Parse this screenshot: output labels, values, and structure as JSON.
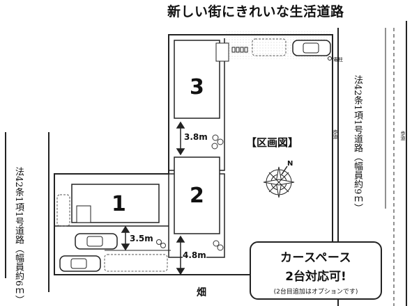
{
  "headline": "新しい街にきれいな生活道路",
  "diagram_title": "【区画図】",
  "lots": [
    {
      "number": "1"
    },
    {
      "number": "2"
    },
    {
      "number": "3"
    }
  ],
  "dimensions": {
    "lot3_setback": "3.8m",
    "lot1_drive": "3.5m",
    "lot2_drive": "4.8m"
  },
  "roads": {
    "east": "法42条1項1号道路（幅員約9ｍ）",
    "west": "法42条1項1号道路（幅員約6ｍ）",
    "south": "畑"
  },
  "markers": {
    "pole": "電柱",
    "sidewalk_west": "歩道",
    "sidewalk_east": "歩道"
  },
  "compass": "N",
  "promo": {
    "line1": "カースペース",
    "line2": "2台対応可!",
    "note": "(2台目追加はオプションです)"
  }
}
